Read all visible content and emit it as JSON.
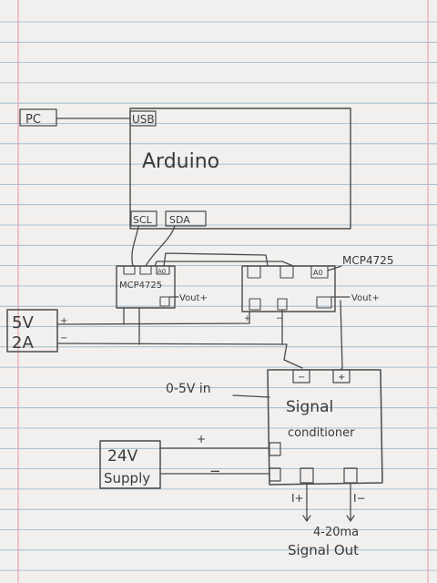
{
  "labels": {
    "pc": "PC",
    "usb": "USB",
    "arduino": "Arduino",
    "scl": "SCL",
    "sda": "SDA",
    "mcp_left": "MCP4725",
    "a0_left": "A0",
    "vout_left": "Vout+",
    "a0_right": "A0",
    "mcp_right": "MCP4725",
    "vout_right": "Vout+",
    "psu_5v_line1": "5V",
    "psu_5v_line2": "2A",
    "plus_5v": "+",
    "minus_5v": "−",
    "plus_mcp": "+",
    "minus_mcp": "−",
    "input_label": "0-5V in",
    "cond_minus": "−",
    "cond_plus": "+",
    "signal": "Signal",
    "conditioner": "conditioner",
    "psu_24v_line1": "24V",
    "psu_24v_line2": "Supply",
    "plus_24v": "+",
    "minus_24v": "−",
    "i_plus": "I+",
    "i_minus": "I−",
    "range": "4-20ma",
    "signal_out": "Signal Out"
  },
  "colors": {
    "paper": "#f2f0ee",
    "rule": "#8fb4cf",
    "margin": "#e6a3ad",
    "ink": "#4a4a4a"
  }
}
